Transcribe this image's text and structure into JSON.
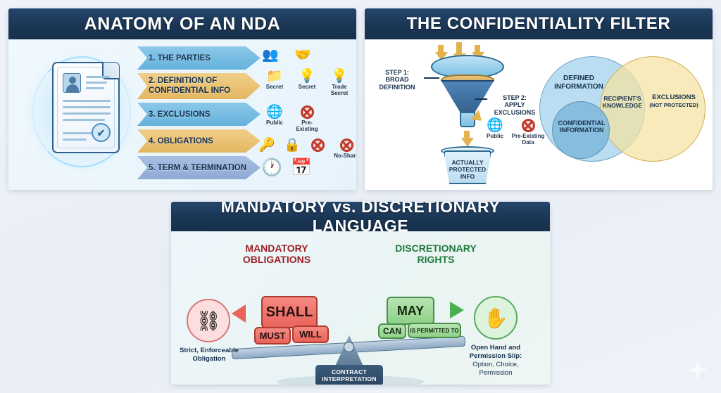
{
  "background": {
    "accent_navy": "#1b3655",
    "sparkle": "sparkle-icon"
  },
  "panels": {
    "nda": {
      "title": "ANATOMY OF AN NDA",
      "document_illustration": {
        "avatar": "person-avatar-icon",
        "seal": "verified-seal-icon",
        "seal_glyph": "✔"
      },
      "steps": [
        {
          "label": "1. THE PARTIES",
          "color": "#64b2dd"
        },
        {
          "label": "2. DEFINITION OF CONFIDENTIAL INFO",
          "color": "#e4b660"
        },
        {
          "label": "3. EXCLUSIONS",
          "color": "#64b2dd"
        },
        {
          "label": "4. OBLIGATIONS",
          "color": "#e4b660"
        },
        {
          "label": "5. TERM & TERMINATION",
          "color": "#8fa9d4"
        }
      ],
      "icons_parties": [
        {
          "name": "people-icon",
          "glyph": "👥",
          "caption": ""
        },
        {
          "name": "handshake-icon",
          "glyph": "🤝",
          "caption": ""
        }
      ],
      "icons_definition": [
        {
          "name": "locked-folder-icon",
          "glyph": "📁",
          "caption": "Secret"
        },
        {
          "name": "lightbulb-icon",
          "glyph": "💡",
          "caption": "Secret"
        },
        {
          "name": "lightbulb-trade-icon",
          "glyph": "💡",
          "caption": "Trade Secret"
        }
      ],
      "icons_exclusions": [
        {
          "name": "globe-icon",
          "glyph": "🌐",
          "caption": "Public"
        },
        {
          "name": "prohibition-icon",
          "glyph": "",
          "caption": "Pre-Existing"
        }
      ],
      "icons_obligations": [
        {
          "name": "keys-icon",
          "glyph": "🔑",
          "caption": ""
        },
        {
          "name": "padlock-icon",
          "glyph": "🔒",
          "caption": ""
        },
        {
          "name": "no-share-prohibition-icon",
          "glyph": "",
          "caption": ""
        },
        {
          "name": "no-share-icon",
          "glyph": "",
          "caption": "No-Share"
        }
      ],
      "icons_term": [
        {
          "name": "clock-icon",
          "glyph": "🕐",
          "caption": ""
        },
        {
          "name": "calendar-icon",
          "glyph": "📅",
          "caption": ""
        }
      ]
    },
    "filter": {
      "title": "THE CONFIDENTIALITY FILTER",
      "step1": "STEP 1:\nBROAD\nDEFINITION",
      "step1_lines": [
        "STEP 1:",
        "BROAD",
        "DEFINITION"
      ],
      "step2_lines": [
        "STEP 2:",
        "APPLY",
        "EXCLUSIONS"
      ],
      "output_lines": [
        "ACTUALLY",
        "PROTECTED",
        "INFO"
      ],
      "excluded_items": [
        {
          "name": "globe-icon",
          "glyph": "🌐",
          "caption": "Public"
        },
        {
          "name": "prohibition-icon",
          "glyph": "",
          "caption": "Pre-Existing\nData",
          "caption_lines": [
            "Pre-Existing",
            "Data"
          ]
        }
      ],
      "venn": {
        "left_label_lines": [
          "DEFINED",
          "INFORMATION"
        ],
        "sub_label_lines": [
          "CONFIDENTIAL",
          "INFORMATION"
        ],
        "center_label_lines": [
          "RECIPIENT'S",
          "KNOWLEDGE"
        ],
        "right_label_lines": [
          "EXCLUSIONS",
          "(NOT PROTECTED)"
        ],
        "left_color": "#a0d0eb",
        "right_color": "#f5e2a0"
      }
    },
    "language": {
      "title": "MANDATORY vs. DISCRETIONARY LANGUAGE",
      "mandatory_heading_lines": [
        "MANDATORY",
        "OBLIGATIONS"
      ],
      "discretionary_heading_lines": [
        "DISCRETIONARY",
        "RIGHTS"
      ],
      "mandatory_color": "#9b2226",
      "discretionary_color": "#1f7a3c",
      "mandatory_blocks": {
        "primary": "SHALL",
        "secondary": "MUST",
        "tertiary": "WILL"
      },
      "discretionary_blocks": {
        "primary": "MAY",
        "secondary": "CAN",
        "tertiary": "IS PERMITTED TO"
      },
      "left_icon": {
        "name": "handcuffs-icon",
        "glyph": "⛓"
      },
      "right_icon": {
        "name": "open-hand-icon",
        "glyph": "✋"
      },
      "left_caption_lines": [
        "Strict, Enforceable",
        "Obligation"
      ],
      "right_caption_strong_lines": [
        "Open Hand and",
        "Permission Slip:"
      ],
      "right_caption_lines": [
        "Option, Choice,",
        "Permission"
      ],
      "fulcrum_lines": [
        "CONTRACT",
        "INTERPRETATION"
      ]
    }
  }
}
